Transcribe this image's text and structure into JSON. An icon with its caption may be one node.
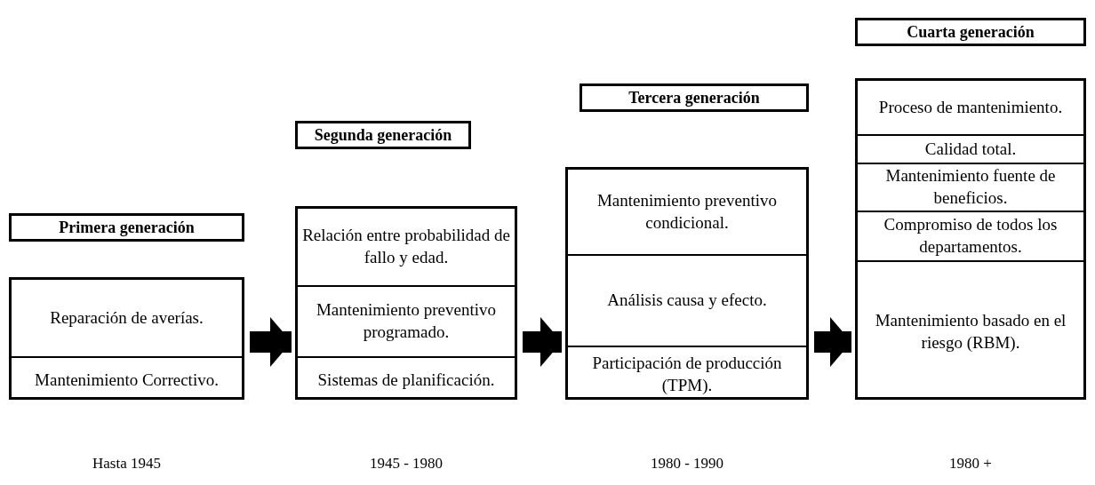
{
  "diagram": {
    "nodes": [
      {
        "text": [
          "Primera generación"
        ],
        "beside": [
          "Hasta 1945"
        ]
      },
      {
        "text": [
          "Reparación de averías."
        ],
        "in": 0
      },
      {
        "text": [
          "Mantenimiento Correctivo."
        ],
        "in": 0
      },
      {
        "text": [
          "Segunda generación"
        ],
        "beside": [
          "1945 - 1980"
        ]
      },
      {
        "text": [
          "Relación entre probabilidad de fallo y edad."
        ],
        "in": 3
      },
      {
        "text": [
          "Mantenimiento preventivo programado."
        ],
        "in": 3
      },
      {
        "text": [
          "Sistemas de planificación."
        ],
        "in": 3
      },
      {
        "text": [
          "Tercera generación"
        ],
        "beside": [
          "1980 - 1990"
        ]
      },
      {
        "text": [
          "Mantenimiento preventivo condicional."
        ],
        "in": 7
      },
      {
        "text": [
          "Análisis causa y efecto."
        ],
        "in": 7
      },
      {
        "text": [
          "Participación de producción (TPM)."
        ],
        "in": 7
      },
      {
        "text": [
          "Cuarta generación"
        ],
        "beside": [
          "1980 +"
        ]
      },
      {
        "text": [
          "Proceso de mantenimiento."
        ],
        "in": 11
      },
      {
        "text": [
          "Calidad total."
        ],
        "in": 11
      },
      {
        "text": [
          "Mantenimiento fuente de beneficios."
        ],
        "in": 11
      },
      {
        "text": [
          "Compromiso de todos los departamentos."
        ],
        "in": 11
      },
      {
        "text": [
          "Mantenimiento basado en el riesgo (RBM)."
        ],
        "in": 11
      }
    ],
    "edges": [
      {
        "from": 0,
        "to": 3,
        "arrow": "to"
      },
      {
        "from": 3,
        "to": 7,
        "arrow": "to"
      },
      {
        "from": 7,
        "to": 11,
        "arrow": "to"
      }
    ]
  }
}
